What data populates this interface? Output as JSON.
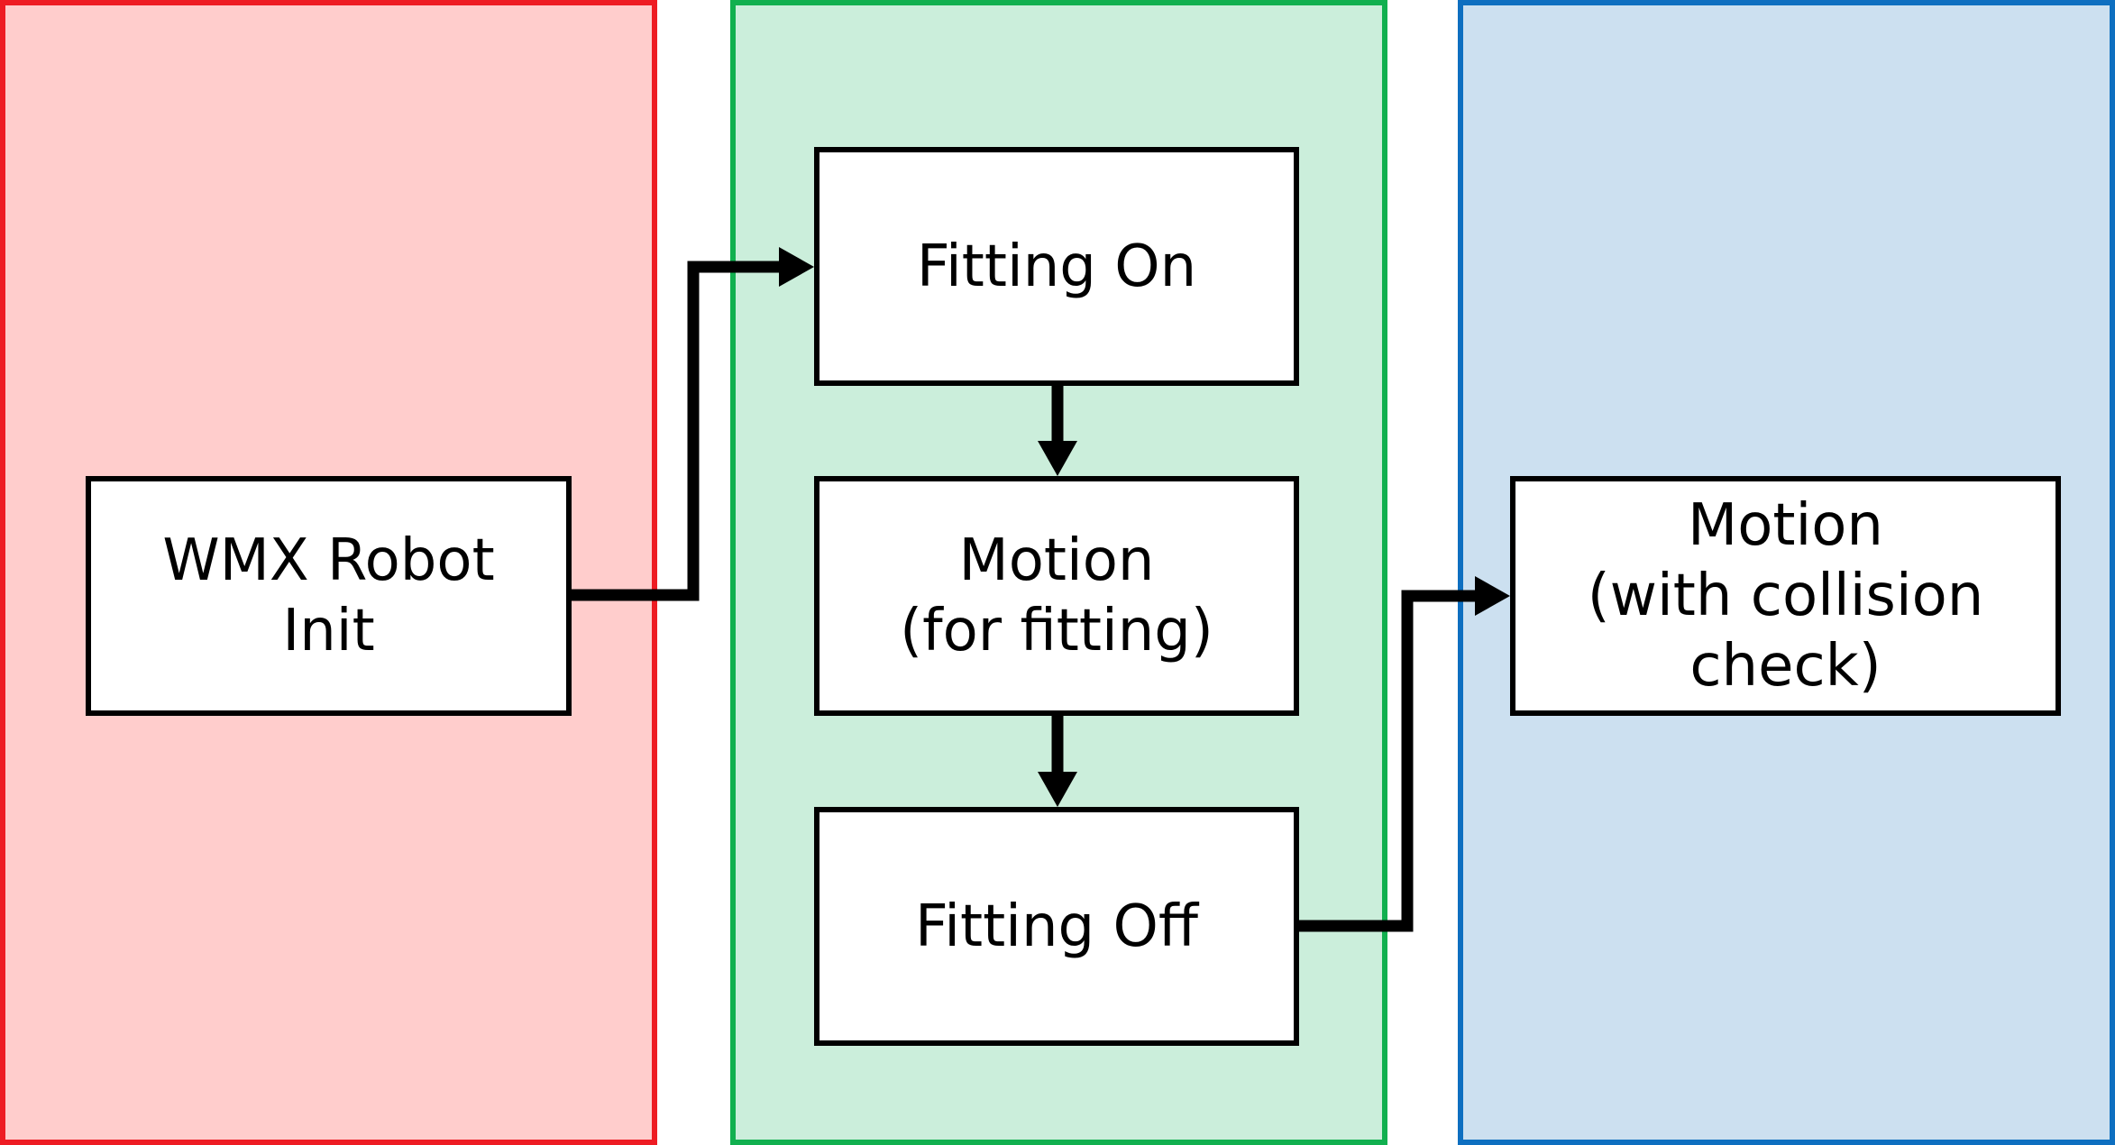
{
  "lanes": {
    "init": {
      "fill": "#ffcdcc",
      "border": "#ee1c23"
    },
    "fitting": {
      "fill": "#cbeedb",
      "border": "#11b04f"
    },
    "motion": {
      "fill": "#cce0f0",
      "border": "#0e6fc0"
    }
  },
  "nodes": {
    "wmx_robot_init": "WMX Robot\nInit",
    "fitting_on": "Fitting On",
    "motion_for_fitting": "Motion\n(for fitting)",
    "fitting_off": "Fitting Off",
    "motion_with_collision": "Motion\n(with collision\ncheck)"
  },
  "edges": [
    {
      "from": "wmx_robot_init",
      "to": "fitting_on"
    },
    {
      "from": "fitting_on",
      "to": "motion_for_fitting"
    },
    {
      "from": "motion_for_fitting",
      "to": "fitting_off"
    },
    {
      "from": "fitting_off",
      "to": "motion_with_collision"
    }
  ],
  "colors": {
    "box_fill": "#ffffff",
    "outline": "#000000"
  }
}
